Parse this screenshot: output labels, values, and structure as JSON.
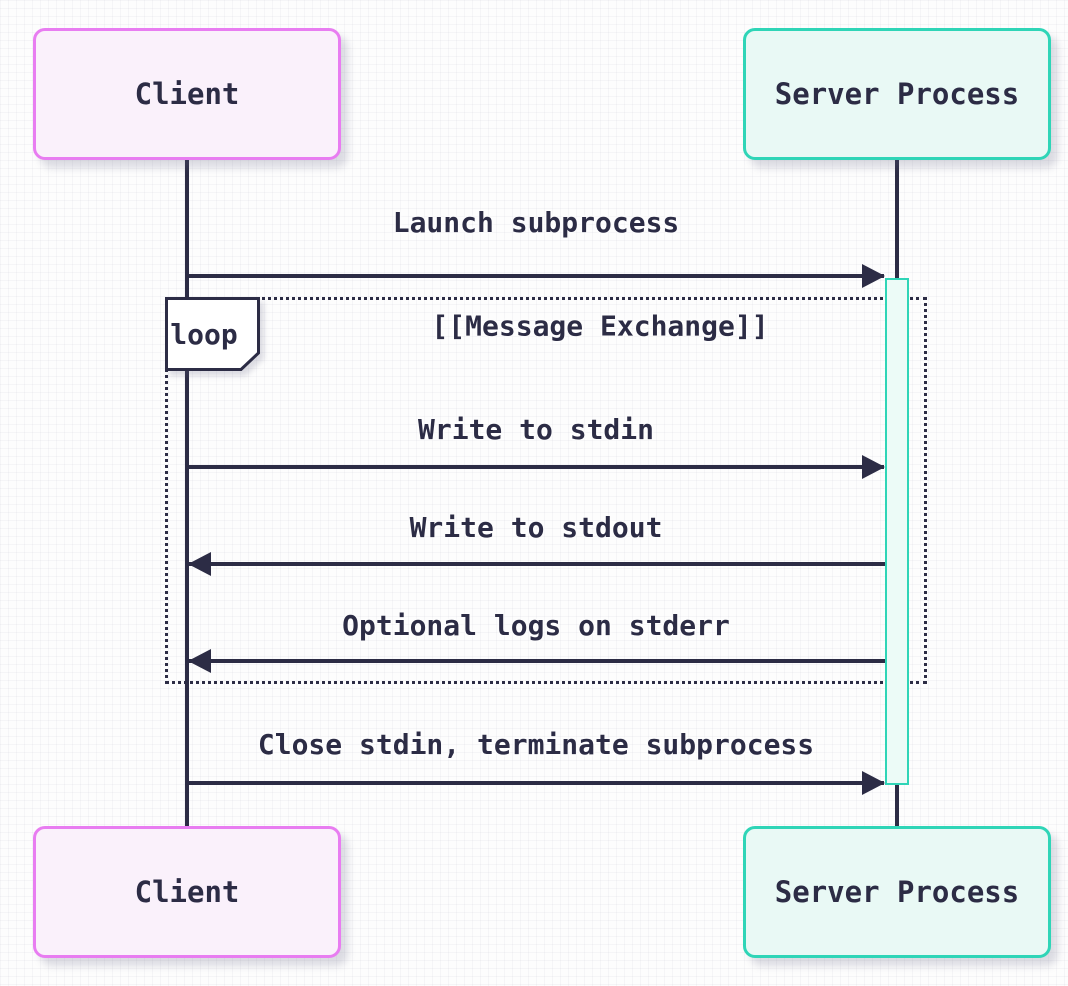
{
  "diagram": {
    "type": "sequence",
    "actors": [
      {
        "id": "client",
        "label": "Client"
      },
      {
        "id": "server",
        "label": "Server Process"
      }
    ],
    "messages": [
      {
        "label": "Launch subprocess",
        "from": "Client",
        "to": "Server Process",
        "direction": "right"
      },
      {
        "label": "Write to stdin",
        "from": "Client",
        "to": "Server Process",
        "direction": "right"
      },
      {
        "label": "Write to stdout",
        "from": "Server Process",
        "to": "Client",
        "direction": "left"
      },
      {
        "label": "Optional logs on stderr",
        "from": "Server Process",
        "to": "Client",
        "direction": "left"
      },
      {
        "label": "Close stdin, terminate subprocess",
        "from": "Client",
        "to": "Server Process",
        "direction": "right"
      }
    ],
    "loop": {
      "keyword": "loop",
      "title": "[[Message Exchange]]",
      "contains_messages": [
        "Write to stdin",
        "Write to stdout",
        "Optional logs on stderr"
      ]
    },
    "activation": {
      "on": "Server Process"
    },
    "colors": {
      "line": "#2c2c45",
      "client_border": "#e87df1",
      "client_fill": "#faf1fb",
      "server_border": "#2fd5b7",
      "server_fill": "#e9f9f5",
      "activation_fill": "#ecfbf7",
      "loop_label_fill": "#ffffff"
    }
  }
}
